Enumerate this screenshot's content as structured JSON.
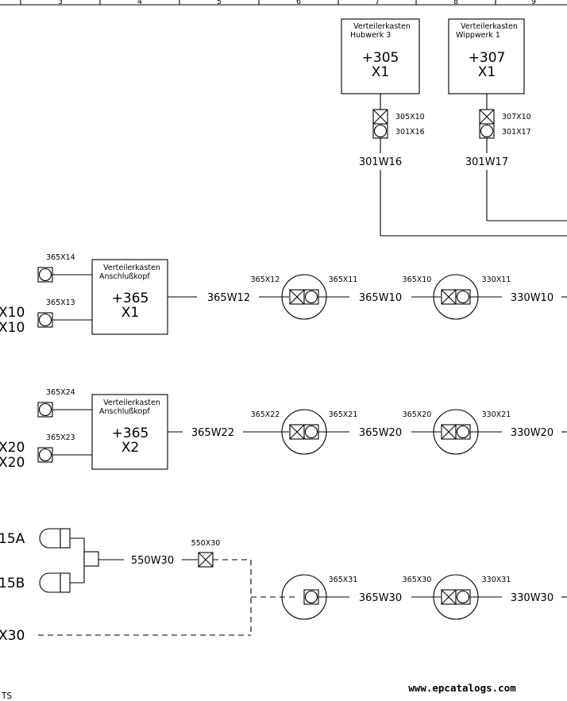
{
  "grid": {
    "columns": [
      "3",
      "4",
      "5",
      "6",
      "7",
      "8",
      "9"
    ]
  },
  "boxes": {
    "b305": {
      "title1": "Verteilerkasten",
      "title2": "Hubwerk 3",
      "id": "+305",
      "x": "X1"
    },
    "b307": {
      "title1": "Verteilerkasten",
      "title2": "Wippwerk 1",
      "id": "+307",
      "x": "X1"
    },
    "b365a": {
      "title1": "Verteilerkasten",
      "title2": "Anschlußkopf",
      "id": "+365",
      "x": "X1"
    },
    "b365b": {
      "title1": "Verteilerkasten",
      "title2": "Anschlußkopf",
      "id": "+365",
      "x": "X2"
    }
  },
  "labels": {
    "c305x10": "305X10",
    "c301x16": "301X16",
    "w301w16": "301W16",
    "c307x10": "307X10",
    "c301x17": "301X17",
    "w301w17": "301W17",
    "c365x14": "365X14",
    "c365x13": "365X13",
    "w365w12": "365W12",
    "c365x12": "365X12",
    "c365x11": "365X11",
    "w365w10": "365W10",
    "c365x10": "365X10",
    "c330x11": "330X11",
    "w330w10": "330W10",
    "c365x24": "365X24",
    "c365x23": "365X23",
    "w365w22": "365W22",
    "c365x22": "365X22",
    "c365x21": "365X21",
    "w365w20": "365W20",
    "c365x20": "365X20",
    "c330x21": "330X21",
    "w330w20": "330W20",
    "c550x30": "550X30",
    "w550w30": "550W30",
    "c365x31": "365X31",
    "w365w30": "365W30",
    "c365x30": "365X30",
    "c330x31": "330X31",
    "w330w30": "330W30"
  },
  "left_edge": {
    "l1": "X10",
    "l2": "X10",
    "l3": "X20",
    "l4": "X20",
    "l5": "15A",
    "l6": "15B",
    "l7": "X30",
    "l8": "TS"
  },
  "watermark": "www.epcatalogs.com"
}
